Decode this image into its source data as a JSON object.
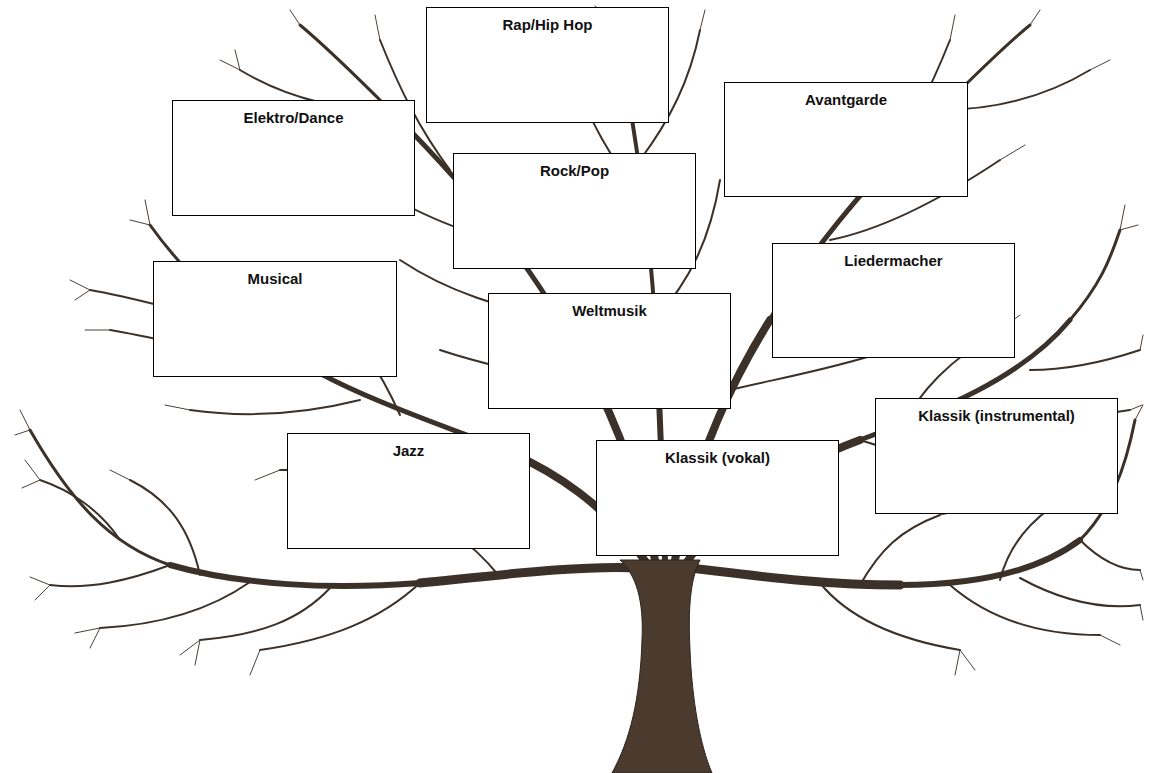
{
  "diagram": {
    "nodes": [
      {
        "text": [
          "Rap/Hip Hop"
        ]
      },
      {
        "text": [
          "Elektro/Dance"
        ]
      },
      {
        "text": [
          "Avantgarde"
        ]
      },
      {
        "text": [
          "Rock/Pop"
        ]
      },
      {
        "text": [
          "Musical"
        ]
      },
      {
        "text": [
          "Liedermacher"
        ]
      },
      {
        "text": [
          "Weltmusik"
        ]
      },
      {
        "text": [
          "Jazz"
        ]
      },
      {
        "text": [
          "Klassik (vokal)"
        ]
      },
      {
        "text": [
          "Klassik (instrumental)"
        ]
      }
    ]
  }
}
